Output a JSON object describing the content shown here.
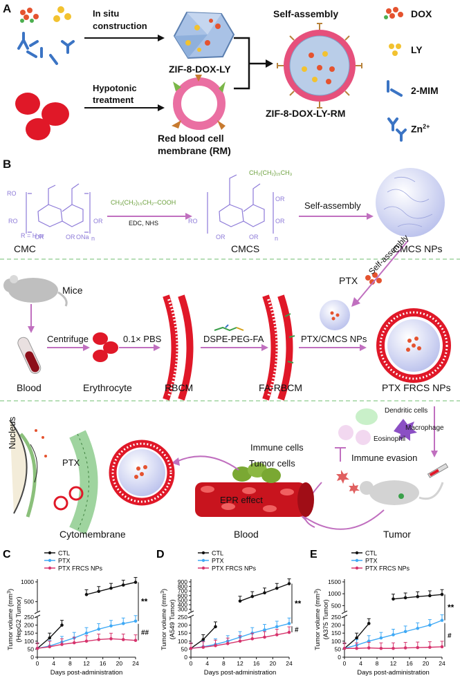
{
  "panelA": {
    "letter": "A",
    "step1": [
      "In situ",
      "construction"
    ],
    "step2": [
      "Hypotonic",
      "treatment"
    ],
    "product1": "ZIF-8-DOX-LY",
    "product2": [
      "Red blood cell",
      "membrane (RM)"
    ],
    "assembly": "Self-assembly",
    "final": "ZIF-8-DOX-LY-RM",
    "legend": [
      "DOX",
      "LY",
      "2-MIM",
      "Zn"
    ],
    "zn_sup": "2+",
    "colors": {
      "dox": "#e5532f",
      "ly": "#f2c230",
      "mim": "#3b74c4",
      "rbc": "#e01828",
      "membrane": "#ea6fa2"
    }
  },
  "panelB": {
    "letter": "B",
    "reagent": "CH₃(CH₂)₁₅CH₂–COOH",
    "conditions": "EDC, NHS",
    "side_chain": "CH₂(CH₂)₁₅CH₃",
    "r_def": "R = H or",
    "ona": "ONa",
    "selfassembly": "Self-assembly",
    "cmc": "CMC",
    "cmcs": "CMCS",
    "cmcsnp": "CMCS NPs",
    "mice": "Mice",
    "blood": "Blood",
    "centrifuge": "Centrifuge",
    "erythrocyte": "Erythrocyte",
    "pbs": "0.1× PBS",
    "rbcm": "RBCM",
    "dspe": "DSPE-PEG-FA",
    "farbcm": "FA-RBCM",
    "ptxcmcs": "PTX/CMCS NPs",
    "ptxfrcs": "PTX FRCS NPs",
    "ptx": "PTX",
    "selfassembly2": "Self-assembly",
    "immune_cells": "Immune cells",
    "dendritic": "Dendritic cells",
    "macrophage": "Macrophage",
    "eosinophil": "Eosinophil",
    "immune_evasion": "Immune evasion",
    "tumor_cells": "Tumor cells",
    "epr": "EPR effect",
    "nucleus": "Nucleus",
    "ptx2": "PTX",
    "cytomembrane": "Cytomembrane",
    "blood2": "Blood",
    "tumor": "Tumor",
    "colors": {
      "arrow": "#c06fbf",
      "green_dash": "#8cc98c",
      "purple_struct": "#8c79d8",
      "rbc": "#e01828"
    }
  },
  "chart_data": [
    {
      "letter": "C",
      "type": "line",
      "ylabel": [
        "Tumor volume (mm",
        "3",
        ")"
      ],
      "ylabel2": "(HepG2 Tumor)",
      "xlabel": "Days post-administration",
      "legend": [
        "CTL",
        "PTX",
        "PTX FRCS NPs"
      ],
      "x": [
        0,
        3,
        6,
        9,
        12,
        15,
        18,
        21,
        24
      ],
      "xticks": [
        0,
        4,
        8,
        12,
        16,
        20,
        24
      ],
      "lower_yticks": [
        0,
        50,
        100,
        150,
        200,
        250
      ],
      "upper_yticks": [
        500,
        1000
      ],
      "series": [
        {
          "name": "CTL",
          "color": "#111111",
          "lower": [
            55,
            120,
            200
          ],
          "upper_x": [
            12,
            15,
            18,
            21,
            24
          ],
          "upper": [
            680,
            760,
            840,
            920,
            990
          ]
        },
        {
          "name": "PTX",
          "color": "#3fa9f5",
          "values": [
            55,
            70,
            95,
            120,
            150,
            175,
            195,
            210,
            225
          ]
        },
        {
          "name": "PTX FRCS NPs",
          "color": "#d6336c",
          "values": [
            55,
            65,
            80,
            90,
            100,
            110,
            115,
            110,
            105
          ]
        }
      ],
      "sig1": "**",
      "sig2": "##"
    },
    {
      "letter": "D",
      "type": "line",
      "ylabel": [
        "Tumor volume (mm",
        "3",
        ")"
      ],
      "ylabel2": "(A549 Tumor)",
      "xlabel": "Days post-administration",
      "legend": [
        "CTL",
        "PTX",
        "PTX FRCS NPs"
      ],
      "x": [
        0,
        3,
        6,
        9,
        12,
        15,
        18,
        21,
        24
      ],
      "xticks": [
        0,
        4,
        8,
        12,
        16,
        20,
        24
      ],
      "lower_yticks": [
        0,
        50,
        100,
        150,
        200,
        250
      ],
      "upper_yticks": [
        300,
        400,
        500,
        600,
        700,
        800,
        900
      ],
      "series": [
        {
          "name": "CTL",
          "color": "#111111",
          "lower": [
            55,
            110,
            190
          ],
          "upper_x": [
            12,
            15,
            18,
            21,
            24
          ],
          "upper": [
            480,
            580,
            660,
            760,
            860
          ]
        },
        {
          "name": "PTX",
          "color": "#3fa9f5",
          "values": [
            55,
            65,
            80,
            100,
            125,
            150,
            170,
            190,
            210
          ]
        },
        {
          "name": "PTX FRCS NPs",
          "color": "#d6336c",
          "values": [
            55,
            62,
            72,
            85,
            100,
            115,
            125,
            140,
            155
          ]
        }
      ],
      "sig1": "**",
      "sig2": "#"
    },
    {
      "letter": "E",
      "type": "line",
      "ylabel": [
        "Tumor volume (mm",
        "3",
        ")"
      ],
      "ylabel2": "(A375 Tumor)",
      "xlabel": "Days post-administration",
      "legend": [
        "CTL",
        "PTX",
        "PTX FRCS NPs"
      ],
      "x": [
        0,
        3,
        6,
        9,
        12,
        15,
        18,
        21,
        24
      ],
      "xticks": [
        0,
        4,
        8,
        12,
        16,
        20,
        24
      ],
      "lower_yticks": [
        0,
        50,
        100,
        150,
        200,
        250
      ],
      "upper_yticks": [
        500,
        1000,
        1500
      ],
      "series": [
        {
          "name": "CTL",
          "color": "#111111",
          "lower": [
            55,
            120,
            210
          ],
          "upper_x": [
            12,
            15,
            18,
            21,
            24
          ],
          "upper": [
            780,
            830,
            880,
            920,
            970
          ]
        },
        {
          "name": "PTX",
          "color": "#3fa9f5",
          "values": [
            55,
            75,
            100,
            120,
            140,
            160,
            180,
            200,
            230
          ]
        },
        {
          "name": "PTX FRCS NPs",
          "color": "#d6336c",
          "values": [
            55,
            55,
            58,
            55,
            55,
            58,
            60,
            62,
            65
          ]
        }
      ],
      "sig1": "**",
      "sig2": "#"
    }
  ]
}
